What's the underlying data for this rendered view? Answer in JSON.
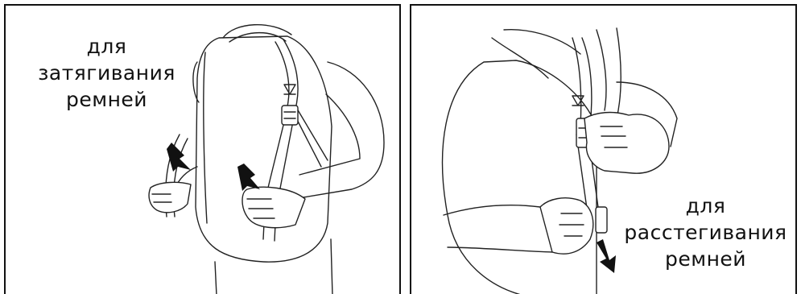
{
  "panels": [
    {
      "caption_lines": [
        "для",
        "затягивания",
        "ремней"
      ]
    },
    {
      "caption_lines": [
        "для",
        "расстегивания",
        "ремней"
      ]
    }
  ],
  "colors": {
    "line": "#222222",
    "border": "#111111",
    "background": "#ffffff"
  }
}
